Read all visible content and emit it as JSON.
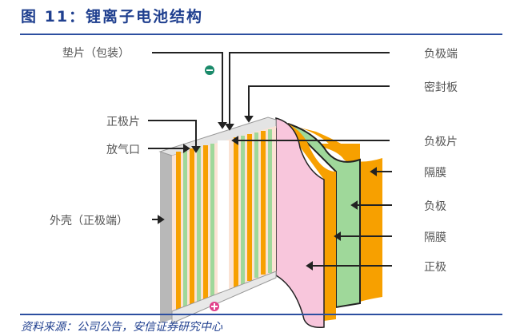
{
  "title": "图 11：锂离子电池结构",
  "labels": {
    "gasket": "垫片（包装）",
    "negative_terminal": "负极端",
    "sealing_plate": "密封板",
    "negative_tab": "负极片",
    "positive_tab": "正极片",
    "vent": "放气口",
    "casing": "外壳（正极端）",
    "separator_1": "隔膜",
    "negative_electrode": "负极",
    "separator_2": "隔膜",
    "positive_electrode": "正极"
  },
  "source": "资料来源：公司公告，安信证券研究中心",
  "colors": {
    "accent": "#1f3f8f",
    "orange": "#f7a000",
    "green": "#9fd89a",
    "pink": "#f8c6dc",
    "gray": "#b8b8b8"
  }
}
